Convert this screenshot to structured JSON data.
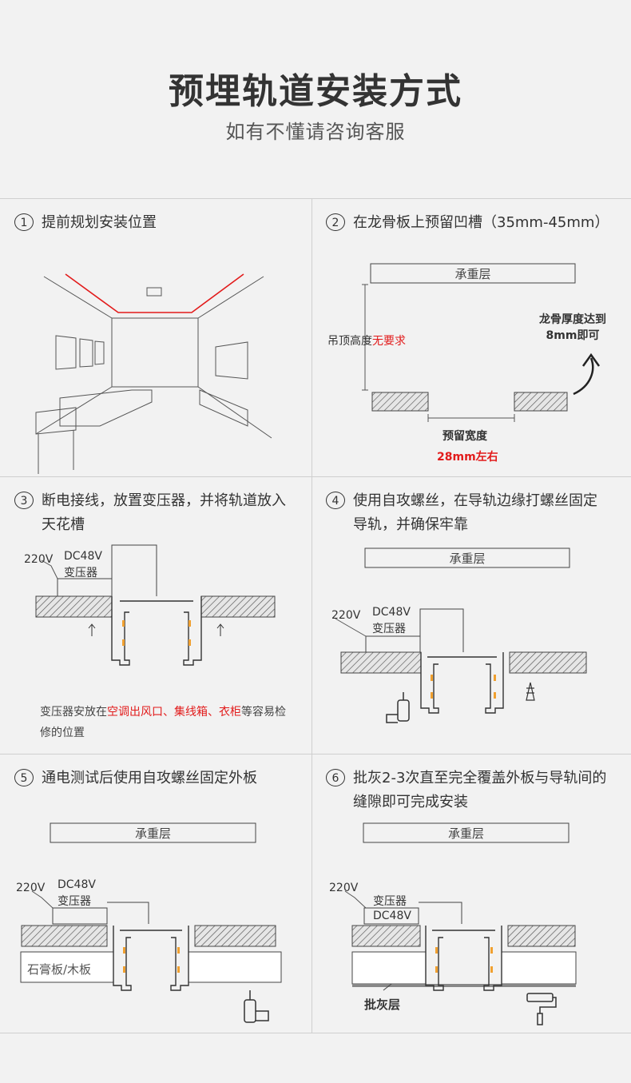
{
  "header": {
    "title": "预埋轨道安装方式",
    "subtitle": "如有不懂请咨询客服"
  },
  "steps": [
    {
      "num": "1",
      "text": "提前规划安装位置"
    },
    {
      "num": "2",
      "text": "在龙骨板上预留凹槽（35mm-45mm）"
    },
    {
      "num": "3",
      "text": "断电接线，放置变压器，并将轨道放入天花槽"
    },
    {
      "num": "4",
      "text": "使用自攻螺丝，在导轨边缘打螺丝固定导轨，并确保牢靠"
    },
    {
      "num": "5",
      "text": "通电测试后使用自攻螺丝固定外板"
    },
    {
      "num": "6",
      "text": "批灰2-3次直至完全覆盖外板与导轨间的缝隙即可完成安装"
    }
  ],
  "labels": {
    "load_layer": "承重层",
    "ceiling_height_prefix": "吊顶高度",
    "ceiling_height_red": "无要求",
    "keel_thickness_line1": "龙骨厚度达到",
    "keel_thickness_line2": "8mm即可",
    "reserved_width": "预留宽度",
    "reserved_width_value": "28mm左右",
    "voltage_220": "220V",
    "dc48v": "DC48V",
    "transformer": "变压器",
    "board": "石膏板/木板",
    "putty_layer": "批灰层"
  },
  "note3": {
    "prefix": "变压器安放在",
    "red": "空调出风口、集线箱、衣柜",
    "suffix": "等容易检修的位置"
  }
}
